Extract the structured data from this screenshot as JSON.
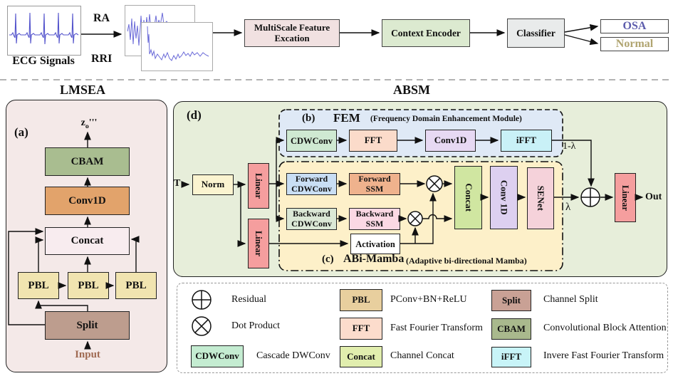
{
  "pipeline": {
    "ecg_label": "ECG Signals",
    "ra_label": "RA",
    "rri_label": "RRI",
    "multiscale_label": "MultiScale Feature Excation",
    "context_encoder_label": "Context Encoder",
    "classifier_label": "Classifier",
    "osa_label": "OSA",
    "normal_label": "Normal"
  },
  "lmsea": {
    "title": "LMSEA",
    "panel_tag": "(a)",
    "out_base": "z",
    "out_sub": "o",
    "out_primes": "'''",
    "cbam": "CBAM",
    "conv1d": "Conv1D",
    "concat": "Concat",
    "pbl1": "PBL",
    "pbl2": "PBL",
    "pbl3": "PBL",
    "split": "Split",
    "input_label": "Input"
  },
  "absm": {
    "title": "ABSM",
    "panel_tag": "(d)",
    "t_label": "T",
    "norm": "Norm",
    "linear_top": "Linear",
    "linear_bottom": "Linear",
    "fem": {
      "tag": "(b)",
      "name": "FEM",
      "subtitle": "(Frequency Domain Enhancement Module)",
      "cdwconv": "CDWConv",
      "fft": "FFT",
      "conv1d": "Conv1D",
      "ifft": "iFFT"
    },
    "abimamba": {
      "tag": "(c)",
      "name": "ABi-Mamba",
      "subtitle": "(Adaptive bi-directional Mamba)",
      "forward_cdwconv": "Forward CDWConv",
      "forward_ssm": "Forward SSM",
      "backward_cdwconv": "Backward CDWConv",
      "backward_ssm": "Backward SSM",
      "activation": "Activation",
      "concat": "Concat",
      "conv1d": "Conv 1D",
      "senet": "SENet"
    },
    "lambda_label": "λ",
    "one_minus_lambda_label": "1-λ",
    "linear_out": "Linear",
    "out_label": "Out"
  },
  "legend": {
    "residual": {
      "label": "Residual"
    },
    "dot_product": {
      "label": "Dot Product"
    },
    "cdwconv": {
      "box": "CDWConv",
      "label": "Cascade DWConv"
    },
    "pbl": {
      "box": "PBL",
      "label": "PConv+BN+ReLU"
    },
    "fft": {
      "box": "FFT",
      "label": "Fast Fourier Transform"
    },
    "concat": {
      "box": "Concat",
      "label": "Channel Concat"
    },
    "split": {
      "box": "Split",
      "label": "Channel Split"
    },
    "cbam": {
      "box": "CBAM",
      "label": "Convolutional Block Attention"
    },
    "ifft": {
      "box": "iFFT",
      "label": "Invere Fast Fourier Transform"
    }
  },
  "colors": {
    "lmsea_panel": "#f4e9e8",
    "absm_panel": "#e7eeda",
    "fem_panel": "#dfe9f6",
    "abimamba_panel": "#fdf0c9",
    "cbam": "#a9bd90",
    "conv1d_orange": "#e2a36b",
    "pbl": "#f1e4b0",
    "split": "#bd9d8e",
    "linear": "#f59e9e",
    "norm": "#fbf4d0",
    "cdwconv_green": "#cfe9d2",
    "fft_pink": "#fbdbca",
    "conv1d_purple": "#e7d9f3",
    "ifft_cyan": "#c9f1f7",
    "forward_cdw": "#c9def4",
    "forward_ssm": "#efb28d",
    "backward_cdw": "#dbe8d6",
    "backward_ssm": "#fbd8e4",
    "concat_v": "#d0e6a1",
    "senet": "#f5d2da",
    "osa_text": "#5c5cac",
    "normal_text": "#b0a470",
    "input_text": "#a06a52",
    "signal_blue": "#5353cc"
  }
}
